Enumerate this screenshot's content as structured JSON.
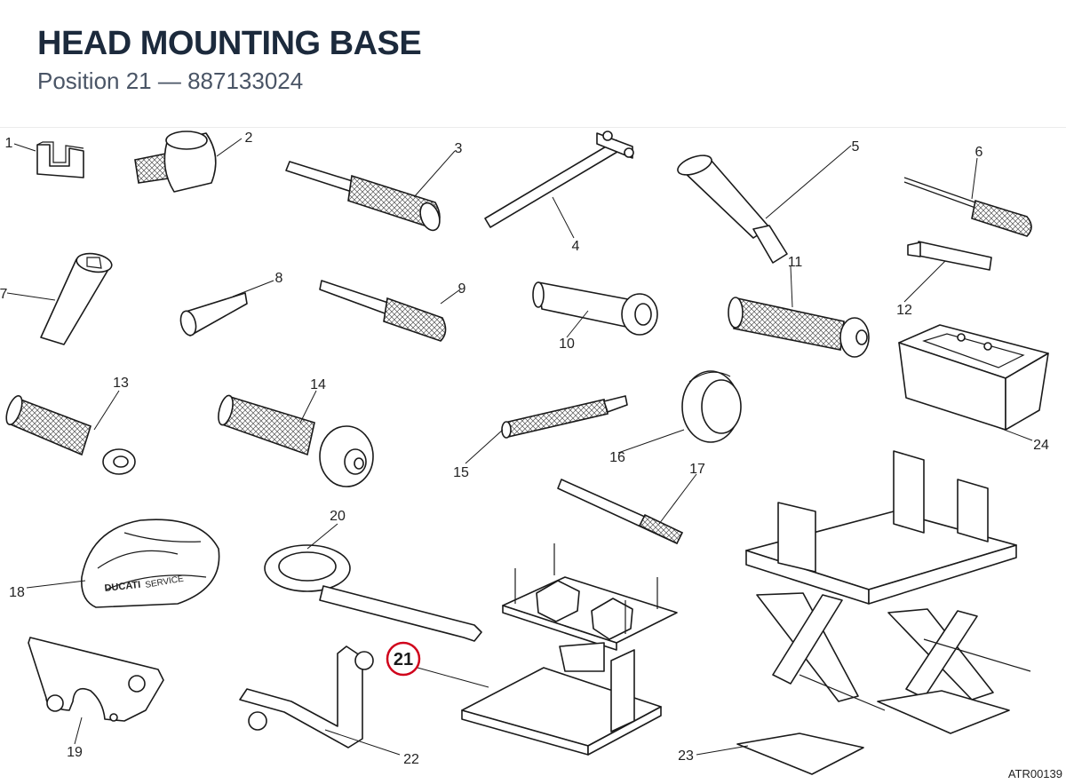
{
  "header": {
    "title": "HEAD MOUNTING BASE",
    "subtitle": "Position 21 — 887133024"
  },
  "callouts": [
    "1",
    "2",
    "3",
    "4",
    "5",
    "6",
    "7",
    "8",
    "9",
    "10",
    "11",
    "12",
    "13",
    "14",
    "15",
    "16",
    "17",
    "18",
    "19",
    "20",
    "21",
    "22",
    "23",
    "24"
  ],
  "highlight": {
    "number": "21",
    "color": "#d0021b"
  },
  "cover_brand": "DUCATI",
  "cover_service": "SERVICE",
  "reference_code": "ATR00139"
}
